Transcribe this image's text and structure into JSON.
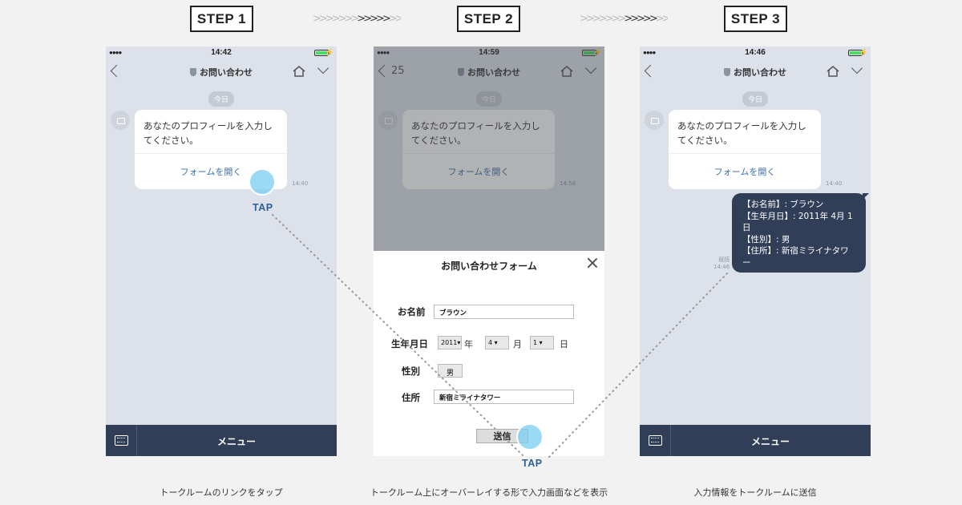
{
  "steps": [
    {
      "label": "STEP 1",
      "caption": "トークルームのリンクをタップ"
    },
    {
      "label": "STEP 2",
      "caption": "トークルーム上にオーバーレイする形で入力画面などを表示"
    },
    {
      "label": "STEP 3",
      "caption": "入力情報をトークルームに送信"
    }
  ],
  "phones": [
    {
      "time": "14:42",
      "title": "お問い合わせ",
      "back_count": ""
    },
    {
      "time": "14:59",
      "title": "お問い合わせ",
      "back_count": "25"
    },
    {
      "time": "14:46",
      "title": "お問い合わせ",
      "back_count": ""
    }
  ],
  "chat": {
    "date_pill": "今日",
    "message": "あなたのプロフィールを入力してください。",
    "link_label": "フォームを開く",
    "timestamps": [
      "14:40",
      "14:58",
      "14:40"
    ],
    "menu_label": "メニュー"
  },
  "form": {
    "title": "お問い合わせフォーム",
    "name_label": "お名前",
    "name_value": "ブラウン",
    "birth_label": "生年月日",
    "year_value": "2011",
    "year_unit": "年",
    "month_value": "4",
    "month_unit": "月",
    "day_value": "1",
    "day_unit": "日",
    "gender_label": "性別",
    "gender_value": "男",
    "address_label": "住所",
    "address_value": "新宿ミライナタワー",
    "submit_label": "送信"
  },
  "sent_message": {
    "lines": [
      "【お名前】: ブラウン",
      "【生年月日】: 2011年 4月 1",
      "日",
      "【性別】: 男",
      "【住所】: 新宿ミライナタワ",
      "ー"
    ],
    "read_label": "既読",
    "time": "14:46"
  },
  "tap_label": "TAP",
  "icons": {
    "back": "chevron-left-icon",
    "home": "home-icon",
    "dropdown": "chevron-down-icon",
    "keyboard": "keyboard-icon",
    "close": "close-icon",
    "official": "shield-icon"
  },
  "colors": {
    "chat_bg": "#dde2ea",
    "menu_bar": "#303e57",
    "link": "#3d6fa8",
    "tap_circle": "#78cdf0"
  }
}
